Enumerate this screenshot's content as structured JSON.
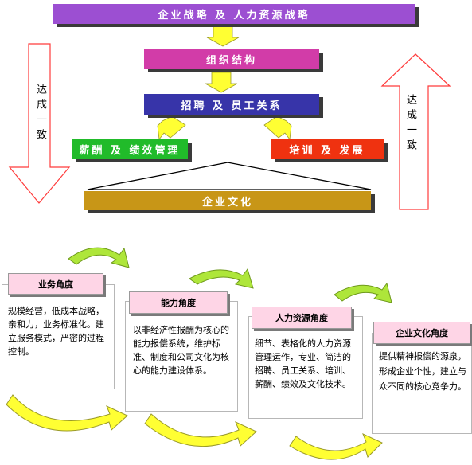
{
  "top": {
    "strategy": "企业战略  及  人力资源战略",
    "structure": "组织结构",
    "recruit": "招聘 及 员工关系",
    "compensation": "薪酬 及 绩效管理",
    "training": "培训 及 发展",
    "culture": "企业文化",
    "left_arrow_text": "达成一致",
    "right_arrow_text": "达成一致"
  },
  "cards": [
    {
      "title": "业务角度",
      "body": "规模经营，低成本战略，亲和力，业务标准化。建立服务模式，严密的过程控制。"
    },
    {
      "title": "能力角度",
      "body": "以非经济性报酬为核心的能力报偿系统，维护标准、制度和公司文化为核心的能力建设体系。"
    },
    {
      "title": "人力资源角度",
      "body": "细节、表格化的人力资源管理运作，专业、简洁的招聘、员工关系、培训、薪酬、绩效及文化技术。"
    },
    {
      "title": "企业文化角度",
      "body": "提供精神报偿的源泉，形成企业个性，建立与众不同的核心竞争力。"
    }
  ],
  "colors": {
    "strategy": "#9c4fd2",
    "structure": "#d23ca8",
    "recruit": "#3734a9",
    "compensation": "#21bb2a",
    "training": "#ef3210",
    "culture": "#c89617",
    "arrow_yellow": "#ffff33",
    "arrow_red": "#ff3b3b",
    "card_head": "#fed5e6"
  }
}
